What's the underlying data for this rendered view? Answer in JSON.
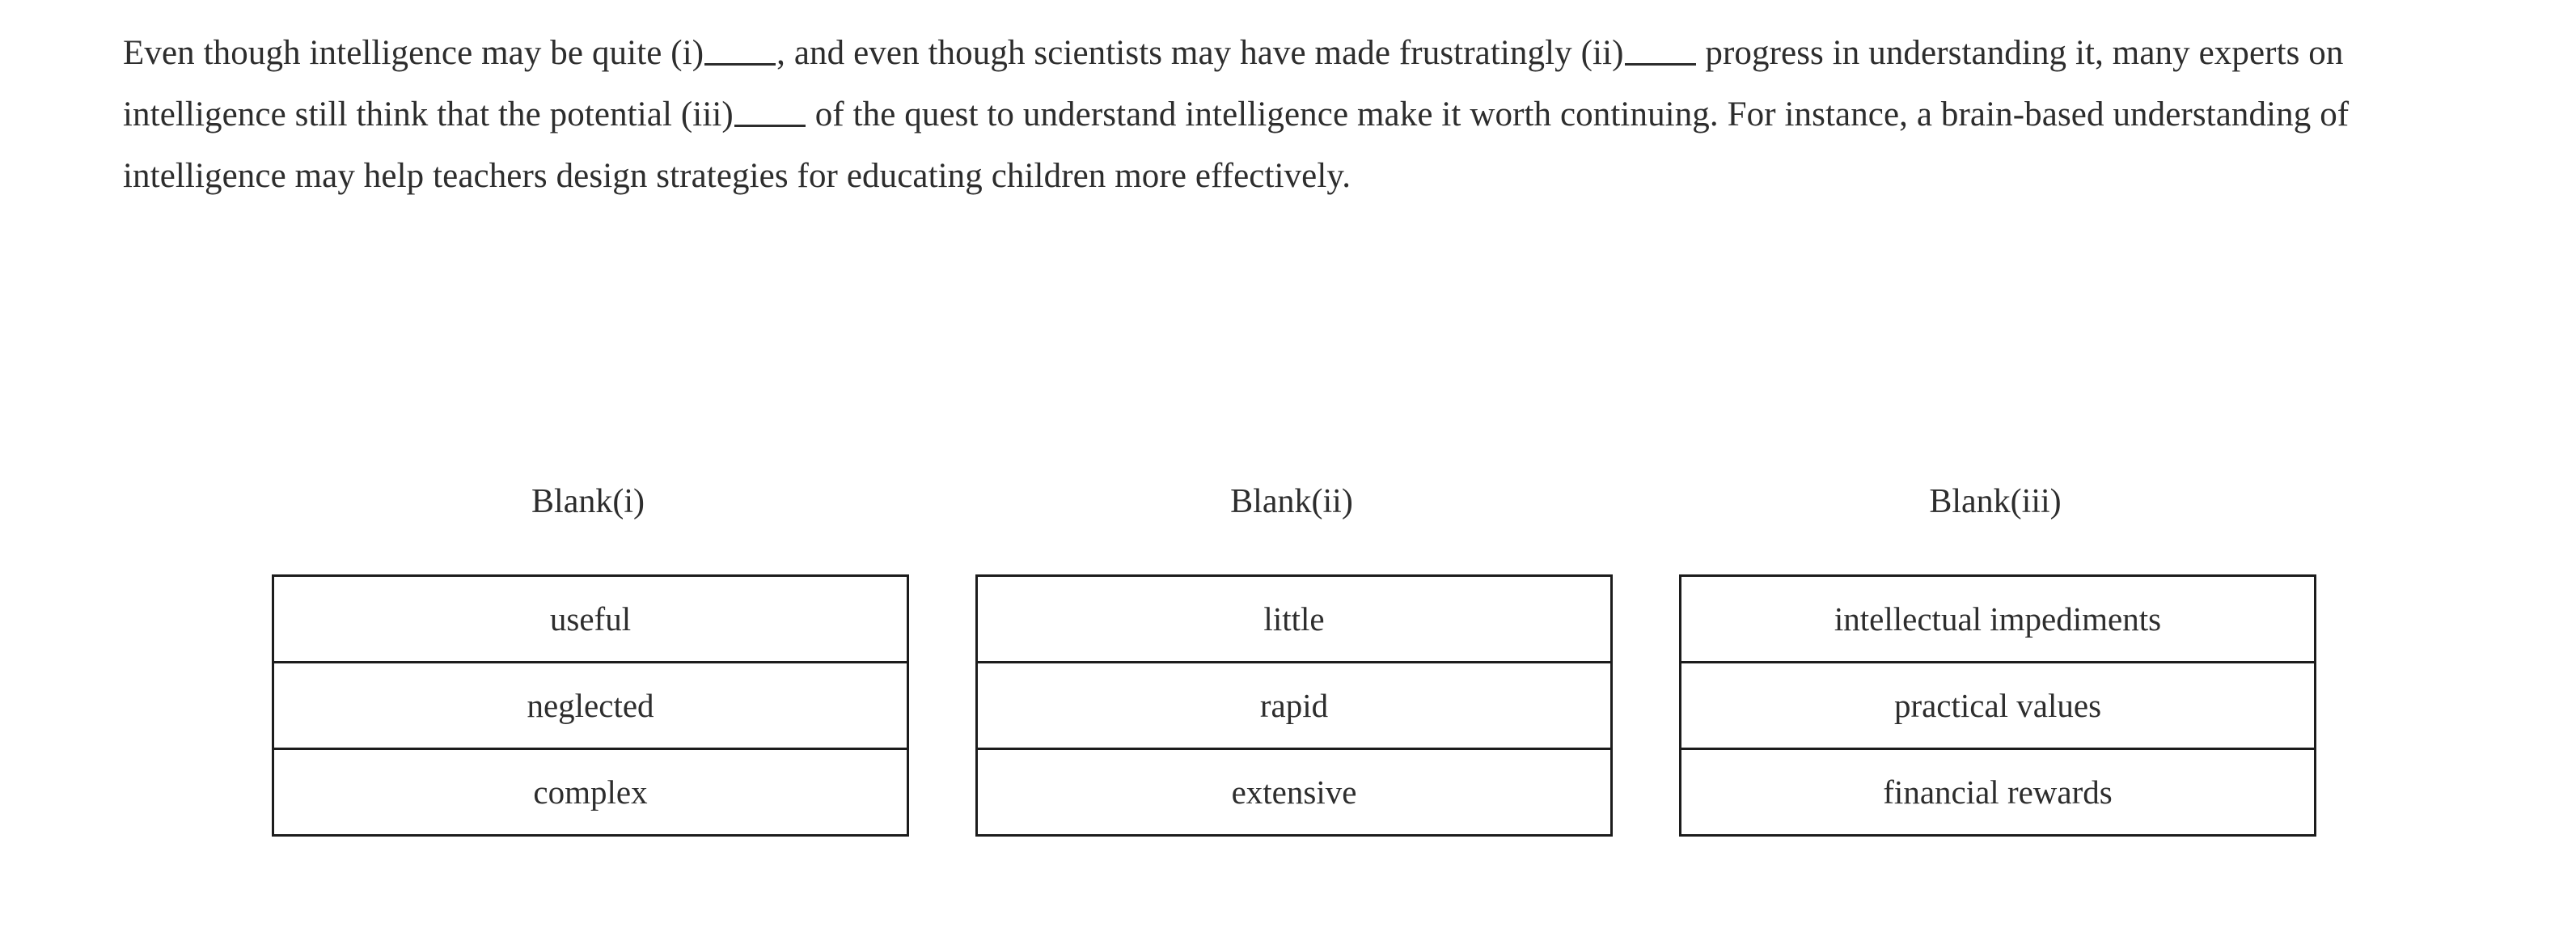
{
  "passage": {
    "segments": [
      {
        "type": "text",
        "value": "Even though intelligence may be quite (i)"
      },
      {
        "type": "blank",
        "value": ""
      },
      {
        "type": "text",
        "value": ", and even though scientists may have made frustratingly (ii)"
      },
      {
        "type": "blank",
        "value": ""
      },
      {
        "type": "text",
        "value": " progress in understanding it, many experts on intelligence still think that the potential (iii)"
      },
      {
        "type": "blank",
        "value": ""
      },
      {
        "type": "text",
        "value": " of the quest to understand intelligence make it worth continuing. For instance, a brain-based understanding of intelligence may help teachers design strategies for educating children more effectively."
      }
    ],
    "full_text": "Even though intelligence may be quite (i)_____, and even though scientists may have made frustratingly (ii)_____ progress in understanding it, many experts on intelligence still think that the potential (iii)_____ of the quest to understand intelligence make it worth continuing. For instance, a brain-based understanding of intelligence may help teachers design strategies for educating children more effectively.",
    "part_1": "Even though intelligence may be quite (i)",
    "part_2": ", and even though scientists may have made frustratingly (ii)",
    "part_3": " progress in understanding it, many experts on intelligence still think that the potential (iii)",
    "part_4": " of the quest to understand intelligence make it worth continuing. For instance, a brain-based understanding of intelligence may help teachers design strategies for educating children more effectively."
  },
  "columns": [
    {
      "header": "Blank(i)",
      "options": [
        "useful",
        "neglected",
        "complex"
      ]
    },
    {
      "header": "Blank(ii)",
      "options": [
        "little",
        "rapid",
        "extensive"
      ]
    },
    {
      "header": "Blank(iii)",
      "options": [
        "intellectual impediments",
        "practical values",
        "financial rewards"
      ]
    }
  ],
  "colors": {
    "text": "#2d2d2d",
    "border": "#1c1c1c",
    "background": "#ffffff"
  }
}
